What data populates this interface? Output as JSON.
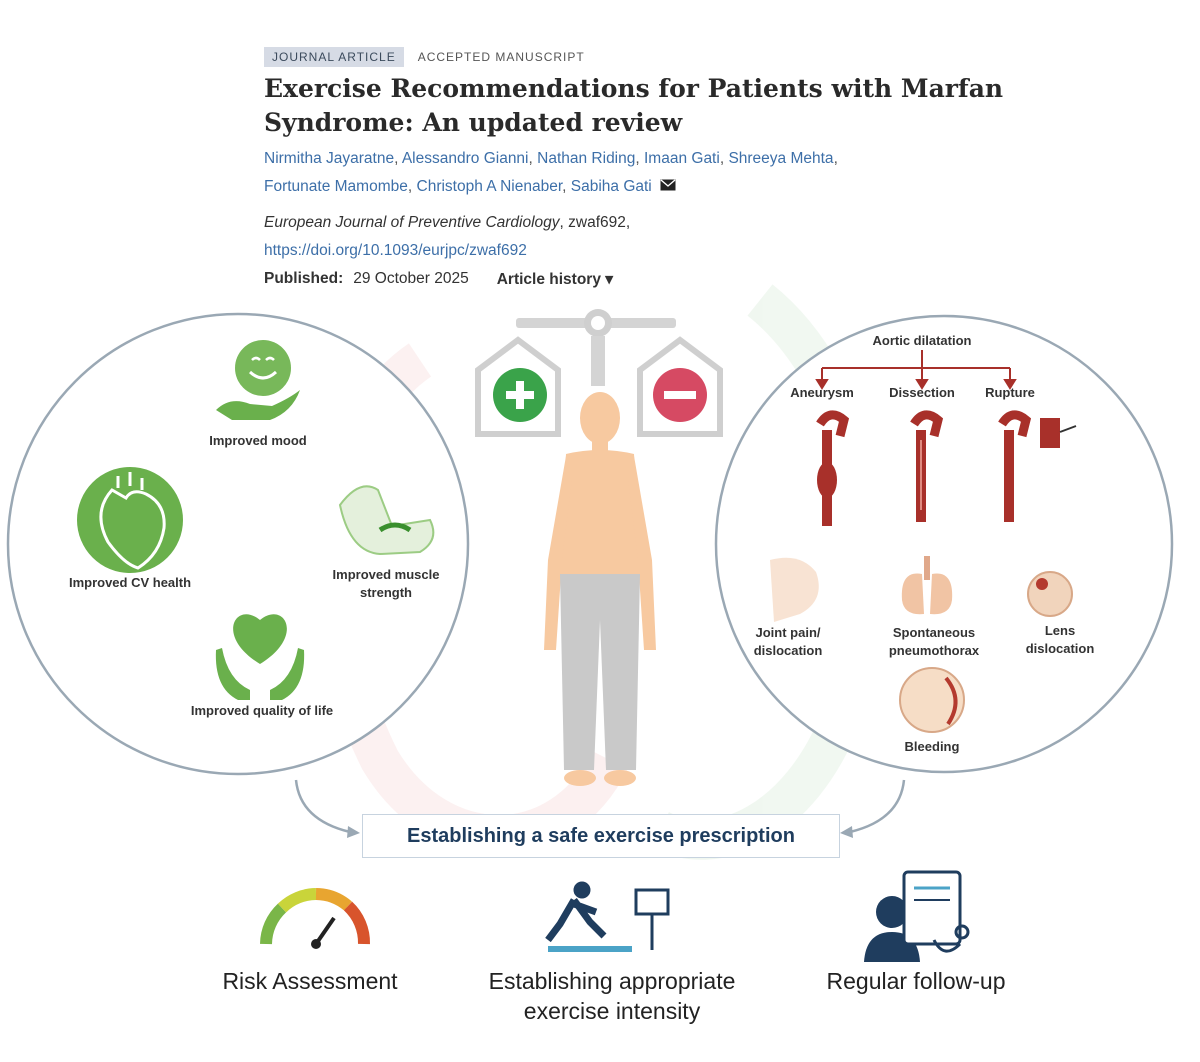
{
  "header": {
    "tag_journal_article": "JOURNAL ARTICLE",
    "tag_accepted": "ACCEPTED MANUSCRIPT",
    "title": "Exercise Recommendations for Patients with Marfan Syndrome: An updated review",
    "authors": [
      "Nirmitha Jayaratne",
      "Alessandro Gianni",
      "Nathan Riding",
      "Imaan Gati",
      "Shreeya Mehta",
      "Fortunate Mamombe",
      "Christoph A Nienaber",
      "Sabiha Gati"
    ],
    "journal_name": "European Journal of Preventive Cardiology",
    "journal_id": ", zwaf692,",
    "doi": "https://doi.org/10.1093/eurjpc/zwaf692",
    "published_label": "Published:",
    "published_date": "29 October 2025",
    "article_history": "Article history ▾"
  },
  "benefits": {
    "mood": "Improved mood",
    "cv_health": "Improved CV health",
    "muscle_line1": "Improved muscle",
    "muscle_line2": "strength",
    "quality": "Improved quality of life"
  },
  "risks": {
    "aortic": "Aortic dilatation",
    "aneurysm": "Aneurysm",
    "dissection": "Dissection",
    "rupture": "Rupture",
    "joint_line1": "Joint pain/",
    "joint_line2": "dislocation",
    "pneumo_line1": "Spontaneous",
    "pneumo_line2": "pneumothorax",
    "lens_line1": "Lens",
    "lens_line2": "dislocation",
    "bleeding": "Bleeding"
  },
  "prescription": "Establishing a safe exercise prescription",
  "bottom": {
    "risk": "Risk Assessment",
    "intensity_line1": "Establishing appropriate",
    "intensity_line2": "exercise intensity",
    "followup": "Regular follow-up"
  },
  "colors": {
    "green": "#6ab04c",
    "red_plus_bg": "#3aa34a",
    "minus_red": "#d64a63",
    "aorta": "#a8302a",
    "link": "#3d6fa8",
    "navy": "#1f3d5e"
  }
}
